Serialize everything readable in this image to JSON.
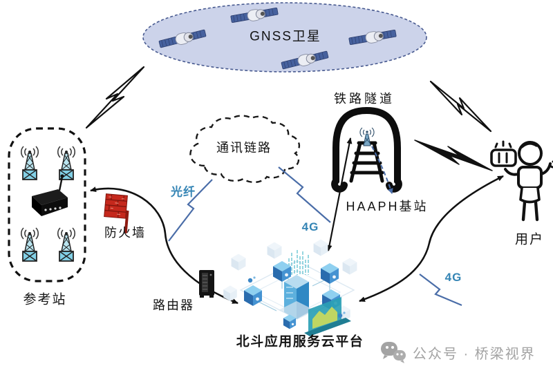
{
  "labels": {
    "gnss_satellites": "GNSS卫星",
    "railway_tunnel": "铁路隧道",
    "comm_link": "通讯链路",
    "fiber": "光纤",
    "fourg_mid": "4G",
    "fourg_user": "4G",
    "haaph_station": "HAAPH基站",
    "firewall": "防火墙",
    "router": "路由器",
    "reference_station": "参考站",
    "user": "用户",
    "cloud_platform": "北斗应用服务云平台"
  },
  "watermark": {
    "text": "公众号 · 桥梁视界"
  },
  "colors": {
    "ellipse_fill": "#ccd3ea",
    "link_blue": "#4a6da8",
    "label_blue": "#3585b5",
    "firewall_red": "#c5281c",
    "tower_cyan": "#8fd6e8",
    "platform_blue": "#3b86c6",
    "watermark_gray": "#a3a3a3"
  },
  "icons": [
    "satellite-icon",
    "lightning-bolt-icon",
    "antenna-tower-icon",
    "station-router-icon",
    "router-icon",
    "firewall-icon",
    "tunnel-icon",
    "railway-track-icon",
    "base-station-antenna-icon",
    "user-with-phone-icon",
    "cloud-platform-icon",
    "wechat-icon"
  ]
}
